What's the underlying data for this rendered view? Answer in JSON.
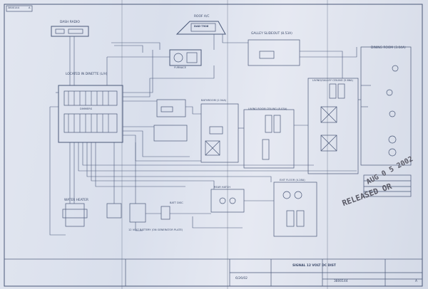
{
  "sheet": {
    "corner_label": "3800144",
    "corner_rev": "A"
  },
  "labels": {
    "dash_radio": "DASH RADIO",
    "roof_ac": "ROOF A/C",
    "ac_model": "DAD-7906",
    "furnace": "FURNACE",
    "galley_slideout": "GALLEY SLIDEOUT (8.53A)",
    "dining_room": "DINING ROOM (3.04A)",
    "located_in_dinette": "LOCATED IN DINETTE (L/H)",
    "dimmers": "DIMMERS",
    "bathroom": "BATHROOM (2.54A)",
    "living_room_ceiling": "LIVING ROOM CEILING (8.03A)",
    "living_galley_ceiling": "LIVING/GALLEY CEILING (5.66A)",
    "water_heater": "WATER HEATER",
    "rear_hatch": "REAR HATCH",
    "batt_disc": "BATT DISC",
    "rear_ac_label": "12 VOLT BATTERY (ON GENERATOR PLATE)",
    "exit_floor": "EXIT FLOOR (4.28A)"
  },
  "stamp": {
    "date": "AUG 0 5 2002",
    "status": "RELEASED OR"
  },
  "title_block": {
    "title": "SIGNAL 12 VOLT DC DIST",
    "number": "3800144",
    "rev": "A",
    "date": "6/26/02"
  },
  "colors": {
    "paper": "#dde2ee",
    "ink": "#3c4a6a",
    "background": "#3b4048"
  }
}
